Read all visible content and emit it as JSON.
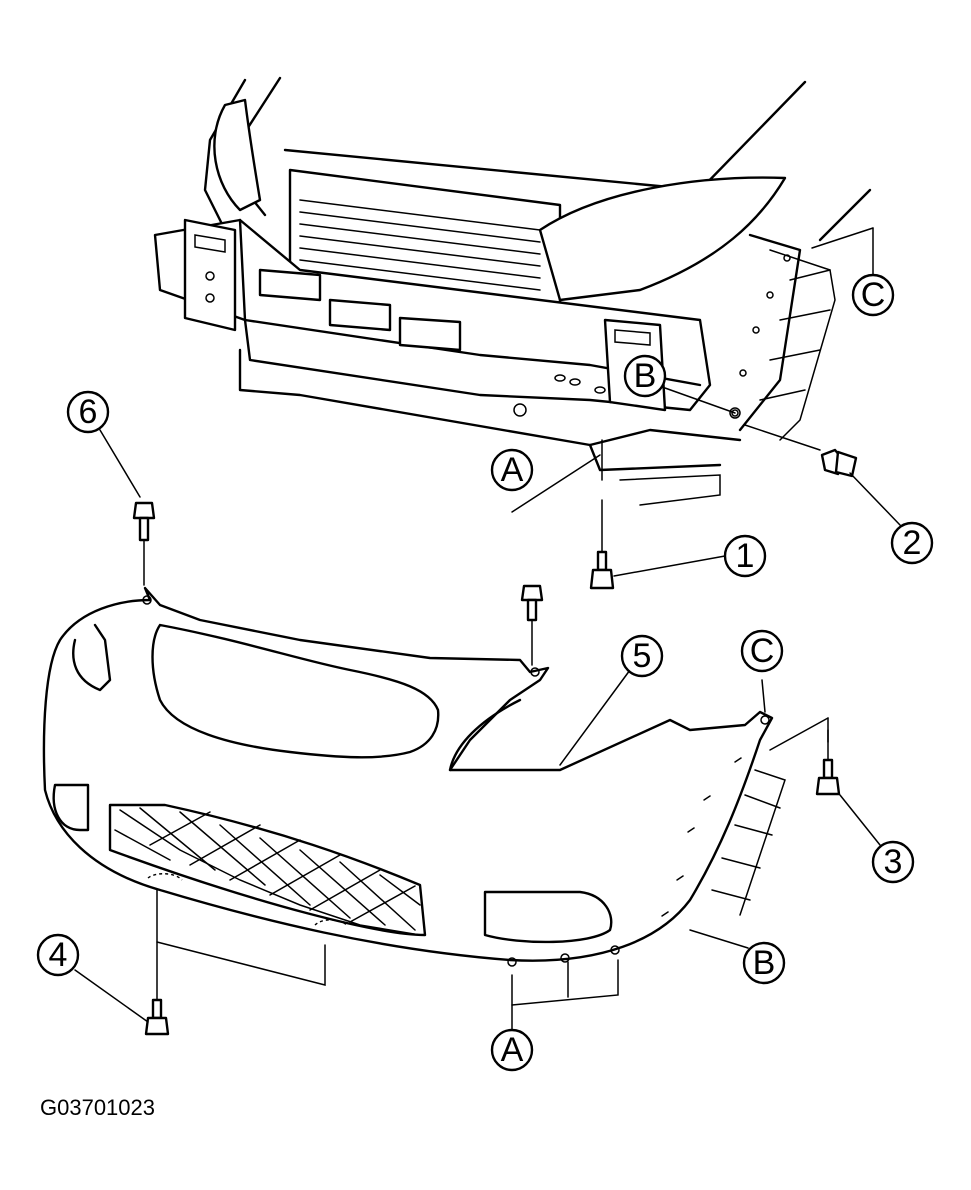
{
  "callouts": {
    "c1": "1",
    "c2": "2",
    "c3": "3",
    "c4": "4",
    "c5": "5",
    "c6": "6",
    "a_top": "A",
    "a_bottom": "A",
    "b_top": "B",
    "b_bottom": "B",
    "c_top": "C",
    "c_bottom": "C"
  },
  "figure_code": "G03701023"
}
